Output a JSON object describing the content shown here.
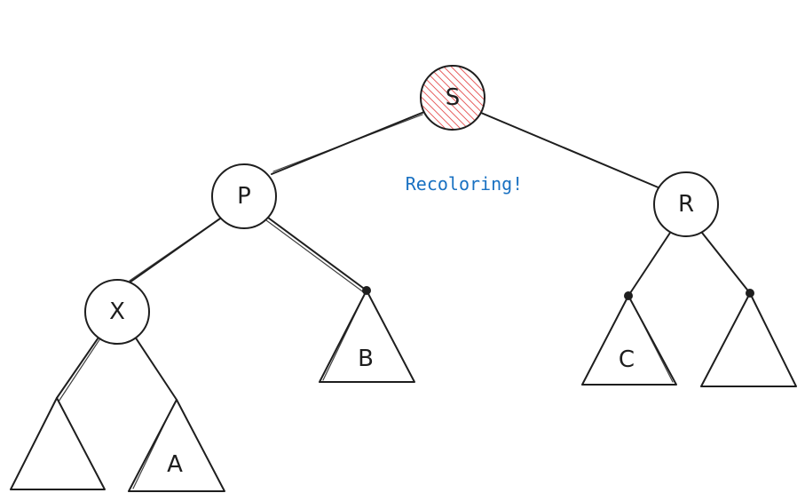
{
  "colors": {
    "stroke": "#1e1e1e",
    "highlight": "#e03131",
    "annotation": "#1971c2",
    "background": "#ffffff"
  },
  "annotation": "Recoloring!",
  "nodes": {
    "s": "S",
    "p": "P",
    "r": "R",
    "x": "X"
  },
  "subtrees": {
    "a": "A",
    "b": "B",
    "c": "C",
    "unlabeled_left": "",
    "unlabeled_right": ""
  }
}
